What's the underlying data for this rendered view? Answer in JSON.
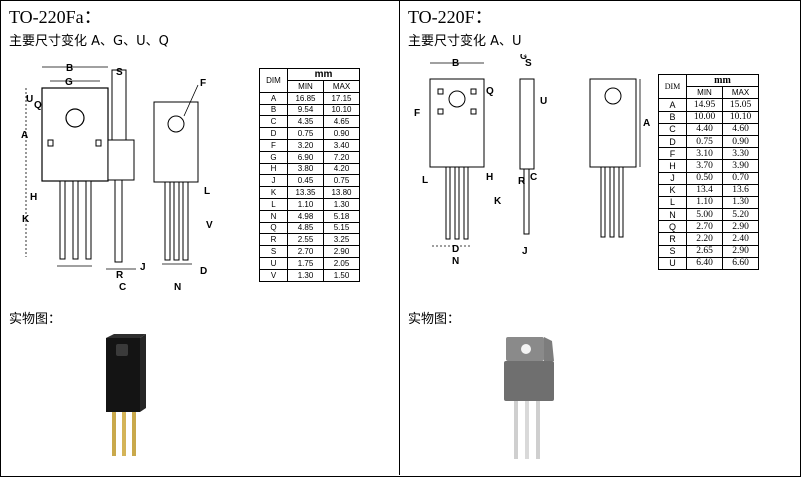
{
  "left": {
    "title": "TO-220Fa：",
    "subtitle": "主要尺寸变化 A、G、U、Q",
    "photo_label": "实物图：",
    "table": {
      "unit": "mm",
      "col_dim": "DIM",
      "col_min": "MIN",
      "col_max": "MAX",
      "rows": [
        {
          "dim": "A",
          "min": "16.85",
          "max": "17.15"
        },
        {
          "dim": "B",
          "min": "9.54",
          "max": "10.10"
        },
        {
          "dim": "C",
          "min": "4.35",
          "max": "4.65"
        },
        {
          "dim": "D",
          "min": "0.75",
          "max": "0.90"
        },
        {
          "dim": "F",
          "min": "3.20",
          "max": "3.40"
        },
        {
          "dim": "G",
          "min": "6.90",
          "max": "7.20"
        },
        {
          "dim": "H",
          "min": "3.80",
          "max": "4.20"
        },
        {
          "dim": "J",
          "min": "0.45",
          "max": "0.75"
        },
        {
          "dim": "K",
          "min": "13.35",
          "max": "13.80"
        },
        {
          "dim": "L",
          "min": "1.10",
          "max": "1.30"
        },
        {
          "dim": "N",
          "min": "4.98",
          "max": "5.18"
        },
        {
          "dim": "Q",
          "min": "4.85",
          "max": "5.15"
        },
        {
          "dim": "R",
          "min": "2.55",
          "max": "3.25"
        },
        {
          "dim": "S",
          "min": "2.70",
          "max": "2.90"
        },
        {
          "dim": "U",
          "min": "1.75",
          "max": "2.05"
        },
        {
          "dim": "V",
          "min": "1.30",
          "max": "1.50"
        }
      ]
    },
    "drawing_labels": {
      "B": "B",
      "G": "G",
      "S": "S",
      "U": "U",
      "Q": "Q",
      "A": "A",
      "H": "H",
      "K": "K",
      "R": "R",
      "C": "C",
      "J": "J",
      "F": "F",
      "L": "L",
      "V": "V",
      "N": "N",
      "D": "D"
    }
  },
  "right": {
    "title": "TO-220F：",
    "subtitle": "主要尺寸变化 A、U",
    "photo_label": "实物图：",
    "table": {
      "unit": "mm",
      "col_dim": "DIM",
      "col_min": "MIN",
      "col_max": "MAX",
      "rows": [
        {
          "dim": "A",
          "min": "14.95",
          "max": "15.05"
        },
        {
          "dim": "B",
          "min": "10.00",
          "max": "10.10"
        },
        {
          "dim": "C",
          "min": "4.40",
          "max": "4.60"
        },
        {
          "dim": "D",
          "min": "0.75",
          "max": "0.90"
        },
        {
          "dim": "F",
          "min": "3.10",
          "max": "3.30"
        },
        {
          "dim": "H",
          "min": "3.70",
          "max": "3.90"
        },
        {
          "dim": "J",
          "min": "0.50",
          "max": "0.70"
        },
        {
          "dim": "K",
          "min": "13.4",
          "max": "13.6"
        },
        {
          "dim": "L",
          "min": "1.10",
          "max": "1.30"
        },
        {
          "dim": "N",
          "min": "5.00",
          "max": "5.20"
        },
        {
          "dim": "Q",
          "min": "2.70",
          "max": "2.90"
        },
        {
          "dim": "R",
          "min": "2.20",
          "max": "2.40"
        },
        {
          "dim": "S",
          "min": "2.65",
          "max": "2.90"
        },
        {
          "dim": "U",
          "min": "6.40",
          "max": "6.60"
        }
      ]
    },
    "drawing_labels": {
      "B": "B",
      "S": "S",
      "Q": "Q",
      "U": "U",
      "F": "F",
      "A": "A",
      "L": "L",
      "H": "H",
      "K": "K",
      "R": "R",
      "D": "D",
      "N": "N",
      "G": "G",
      "C": "C",
      "J": "J"
    }
  }
}
